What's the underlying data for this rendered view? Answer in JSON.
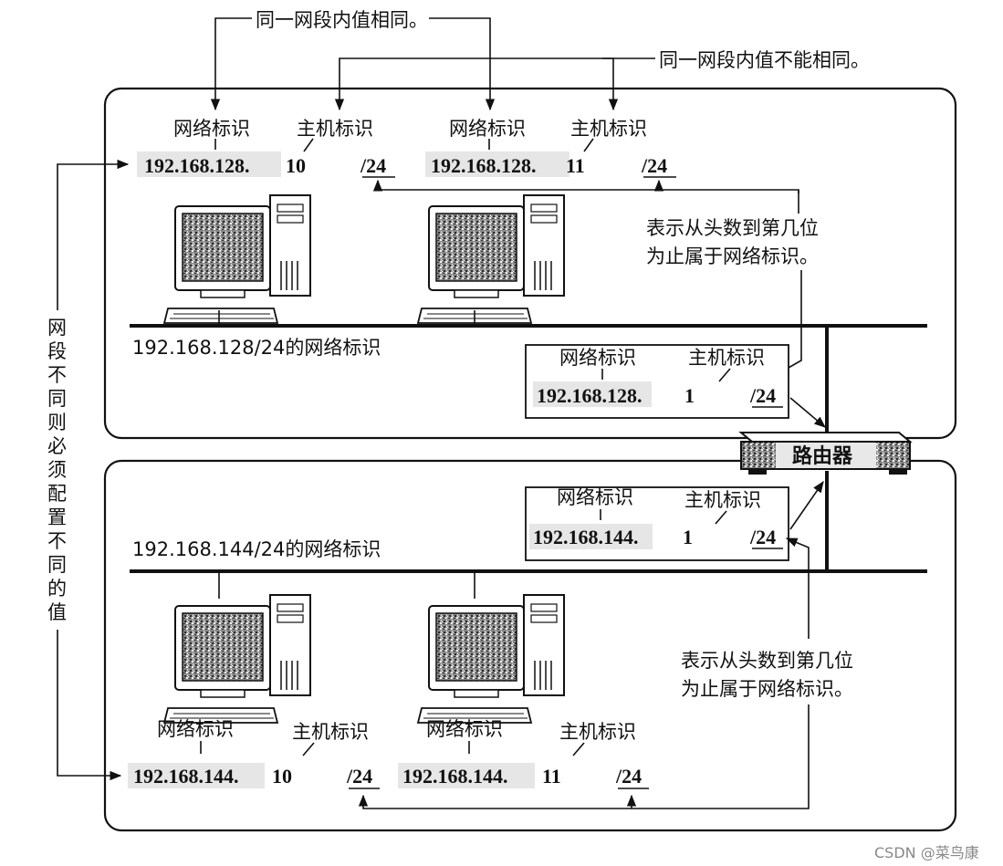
{
  "top_notes": {
    "same_in_segment": "同一网段内值相同。",
    "diff_in_segment": "同一网段内值不能相同。"
  },
  "segment_top": {
    "hosts": [
      {
        "net_label": "网络标识",
        "host_label": "主机标识",
        "net_id": "192.168.128.",
        "host_id": "10",
        "prefix": "/24"
      },
      {
        "net_label": "网络标识",
        "host_label": "主机标识",
        "net_id": "192.168.128.",
        "host_id": "11",
        "prefix": "/24"
      }
    ],
    "network_caption": "192.168.128/24的网络标识",
    "prefix_note_line1": "表示从头数到第几位",
    "prefix_note_line2": "为止属于网络标识。",
    "router_port": {
      "net_label": "网络标识",
      "host_label": "主机标识",
      "net_id": "192.168.128.",
      "host_id": "1",
      "prefix": "/24"
    }
  },
  "segment_bottom": {
    "router_port": {
      "net_label": "网络标识",
      "host_label": "主机标识",
      "net_id": "192.168.144.",
      "host_id": "1",
      "prefix": "/24"
    },
    "network_caption": "192.168.144/24的网络标识",
    "prefix_note_line1": "表示从头数到第几位",
    "prefix_note_line2": "为止属于网络标识。",
    "hosts": [
      {
        "net_label": "网络标识",
        "host_label": "主机标识",
        "net_id": "192.168.144.",
        "host_id": "10",
        "prefix": "/24"
      },
      {
        "net_label": "网络标识",
        "host_label": "主机标识",
        "net_id": "192.168.144.",
        "host_id": "11",
        "prefix": "/24"
      }
    ]
  },
  "router": {
    "label": "路由器"
  },
  "side_note": [
    "网",
    "段",
    "不",
    "同",
    "则",
    "必",
    "须",
    "配",
    "置",
    "不",
    "同",
    "的",
    "值"
  ],
  "watermark": "CSDN @菜鸟康"
}
